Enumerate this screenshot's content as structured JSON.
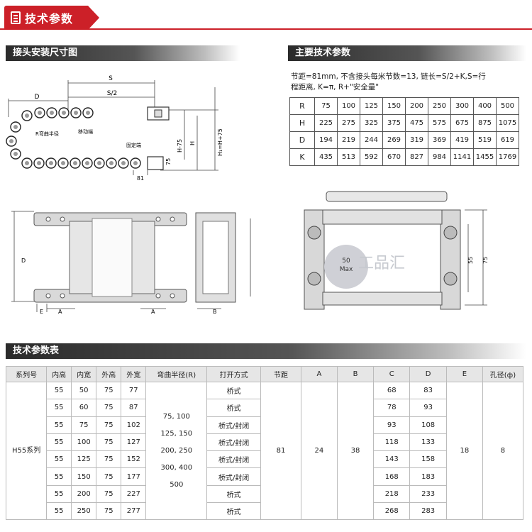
{
  "header": {
    "title": "技术参数"
  },
  "sections": {
    "install": "接头安装尺寸图",
    "main_params": "主要技术参数",
    "spec_table": "技术参数表"
  },
  "main_params": {
    "note_line1": "节距=81mm, 不含接头每米节数=13, 链长=S/2+K,S=行",
    "note_line2": "程距离, K=π, R+\"安全量\"",
    "rows": [
      {
        "label": "R",
        "values": [
          "75",
          "100",
          "125",
          "150",
          "200",
          "250",
          "300",
          "400",
          "500"
        ]
      },
      {
        "label": "H",
        "values": [
          "225",
          "275",
          "325",
          "375",
          "475",
          "575",
          "675",
          "875",
          "1075"
        ]
      },
      {
        "label": "D",
        "values": [
          "194",
          "219",
          "244",
          "269",
          "319",
          "369",
          "419",
          "519",
          "619"
        ]
      },
      {
        "label": "K",
        "values": [
          "435",
          "513",
          "592",
          "670",
          "827",
          "984",
          "1141",
          "1455",
          "1769"
        ]
      }
    ]
  },
  "diagram": {
    "label_s": "S",
    "label_s2": "S/2",
    "label_d": "D",
    "label_r": "R弯曲半径",
    "label_move": "移动端",
    "label_fixed": "固定端",
    "label_81": "81",
    "label_75": "75",
    "label_h": "H",
    "label_h75": "H-75",
    "label_hh": "H₁=H+75",
    "label_e": "E",
    "label_a": "A",
    "label_b": "B",
    "label_50": "50",
    "label_max": "Max",
    "label_55": "55",
    "label_watermark": "工品汇"
  },
  "spec": {
    "headers": [
      "系列号",
      "内高",
      "内宽",
      "外高",
      "外宽",
      "弯曲半径(R)",
      "打开方式",
      "节距",
      "A",
      "B",
      "C",
      "D",
      "E",
      "孔径(ф)"
    ],
    "series": "H55系列",
    "bend_radius": [
      "75, 100",
      "125, 150",
      "200, 250",
      "300, 400",
      "500"
    ],
    "pitch": "81",
    "a": "24",
    "b": "38",
    "e": "18",
    "hole": "8",
    "rows": [
      {
        "inner_h": "55",
        "inner_w": "50",
        "outer_h": "75",
        "outer_w": "77",
        "open": "桥式",
        "c": "68",
        "d": "83"
      },
      {
        "inner_h": "55",
        "inner_w": "60",
        "outer_h": "75",
        "outer_w": "87",
        "open": "桥式",
        "c": "78",
        "d": "93"
      },
      {
        "inner_h": "55",
        "inner_w": "75",
        "outer_h": "75",
        "outer_w": "102",
        "open": "桥式/封闭",
        "c": "93",
        "d": "108"
      },
      {
        "inner_h": "55",
        "inner_w": "100",
        "outer_h": "75",
        "outer_w": "127",
        "open": "桥式/封闭",
        "c": "118",
        "d": "133"
      },
      {
        "inner_h": "55",
        "inner_w": "125",
        "outer_h": "75",
        "outer_w": "152",
        "open": "桥式/封闭",
        "c": "143",
        "d": "158"
      },
      {
        "inner_h": "55",
        "inner_w": "150",
        "outer_h": "75",
        "outer_w": "177",
        "open": "桥式/封闭",
        "c": "168",
        "d": "183"
      },
      {
        "inner_h": "55",
        "inner_w": "200",
        "outer_h": "75",
        "outer_w": "227",
        "open": "桥式",
        "c": "218",
        "d": "233"
      },
      {
        "inner_h": "55",
        "inner_w": "250",
        "outer_h": "75",
        "outer_w": "277",
        "open": "桥式",
        "c": "268",
        "d": "283"
      }
    ]
  }
}
